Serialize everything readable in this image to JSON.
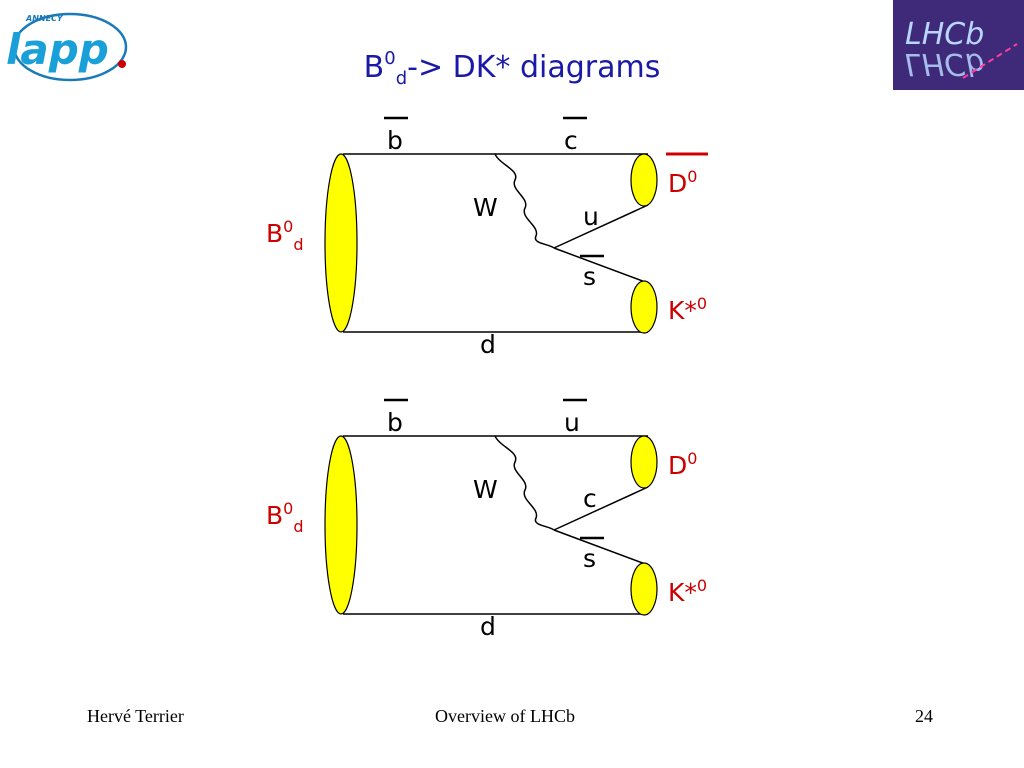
{
  "slide": {
    "title": {
      "main": "B",
      "sup": "0",
      "sub": "d",
      "rest": "-> DK* diagrams"
    },
    "logos": {
      "left": "lapp",
      "left_small": "ANNECY",
      "right": "LHCb"
    },
    "footer": {
      "author": "Hervé Terrier",
      "center": "Overview of LHCb",
      "page": "24"
    }
  },
  "diagrams": [
    {
      "initial": {
        "base": "B",
        "sup": "0",
        "sub": "d"
      },
      "quarks": {
        "top_left": "b",
        "top_right": "c",
        "bottom": "d",
        "mid_up": "u",
        "mid_down": "s"
      },
      "boson": "W",
      "final_top": {
        "base": "D",
        "sup": "0",
        "bar": true
      },
      "final_bottom": {
        "base": "K*",
        "sup": "0"
      }
    },
    {
      "initial": {
        "base": "B",
        "sup": "0",
        "sub": "d"
      },
      "quarks": {
        "top_left": "b",
        "top_right": "u",
        "bottom": "d",
        "mid_up": "c",
        "mid_down": "s"
      },
      "boson": "W",
      "final_top": {
        "base": "D",
        "sup": "0",
        "bar": false
      },
      "final_bottom": {
        "base": "K*",
        "sup": "0"
      }
    }
  ],
  "colors": {
    "title": "#1a1aa6",
    "particle_label": "#cc0000",
    "hadron_fill": "#ffff00",
    "lhcb_bg": "#3f2a7a"
  }
}
